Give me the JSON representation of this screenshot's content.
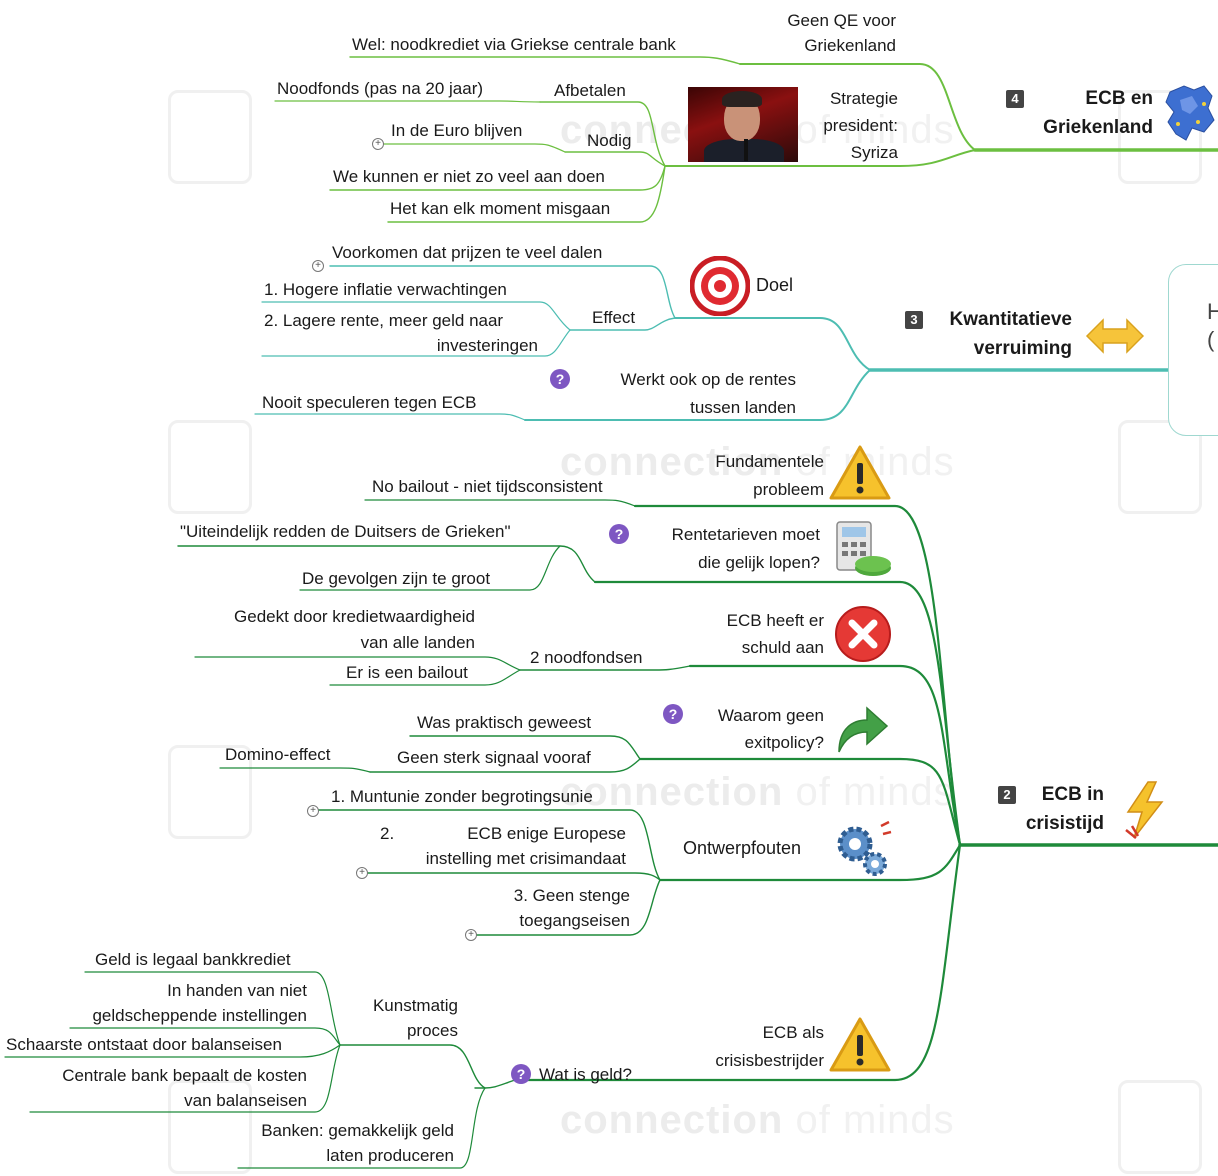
{
  "watermark": {
    "text_a": "connection",
    "text_b": "of minds"
  },
  "side_box": {
    "glyph_a": "H",
    "glyph_b": "("
  },
  "colors": {
    "branch_4": "#6cbf40",
    "branch_3": "#4dbdb2",
    "branch_2": "#1e8a3a"
  },
  "branch4": {
    "badge": "4",
    "title_l1": "ECB en",
    "title_l2": "Griekenland",
    "icon": "europe-map-icon",
    "geen_qe_l1": "Geen QE voor",
    "geen_qe_l2": "Griekenland",
    "noodkrediet": "Wel: noodkrediet via Griekse centrale bank",
    "strategie_l1": "Strategie",
    "strategie_l2": "president:",
    "strategie_l3": "Syriza",
    "photo": "tsipras-portrait",
    "afbetalen": "Afbetalen",
    "noodfonds": "Noodfonds (pas na 20 jaar)",
    "nodig": "Nodig",
    "euro_blijven": "In de Euro blijven",
    "niet_veel": "We kunnen er niet zo veel aan doen",
    "misgaan": "Het kan elk moment misgaan"
  },
  "branch3": {
    "badge": "3",
    "title_l1": "Kwantitatieve",
    "title_l2": "verruiming",
    "icon": "double-arrow-icon",
    "doel": "Doel",
    "doel_icon": "target-icon",
    "voorkomen": "Voorkomen dat prijzen te veel dalen",
    "effect": "Effect",
    "effect_1": "1. Hogere inflatie verwachtingen",
    "effect_2_l1": "2.  Lagere rente, meer geld naar",
    "effect_2_l2": "investeringen",
    "rentes_l1": "Werkt ook op de rentes",
    "rentes_l2": "tussen landen",
    "speculeren": "Nooit speculeren tegen ECB"
  },
  "branch2": {
    "badge": "2",
    "title_l1": "ECB in",
    "title_l2": "crisistijd",
    "icon": "lightning-icon",
    "fund_l1": "Fundamentele",
    "fund_l2": "probleem",
    "no_bailout": "No bailout - niet tijdsconsistent",
    "rente_l1": "Rentetarieven moet",
    "rente_l2": "die gelijk lopen?",
    "uiteindelijk": "\"Uiteindelijk redden de Duitsers de Grieken\"",
    "gevolgen": "De gevolgen zijn te groot",
    "schuld_l1": "ECB heeft er",
    "schuld_l2": "schuld aan",
    "noodfondsen": "2 noodfondsen",
    "gedekt_l1": "Gedekt door kredietwaardigheid",
    "gedekt_l2": "van alle landen",
    "bailout": "Er is een bailout",
    "exit_l1": "Waarom geen",
    "exit_l2": "exitpolicy?",
    "praktisch": "Was praktisch geweest",
    "signaal": "Geen sterk signaal vooraf",
    "domino": "Domino-effect",
    "ontwerp": "Ontwerpfouten",
    "ontwerp_1": "1. Muntunie zonder begrotingsunie",
    "ontwerp_2_num": "2.",
    "ontwerp_2_l1": "ECB enige Europese",
    "ontwerp_2_l2": "instelling met crisimandaat",
    "ontwerp_3_l1": "3.    Geen stenge",
    "ontwerp_3_l2": "toegangseisen",
    "bestrijder_l1": "ECB als",
    "bestrijder_l2": "crisisbestrijder",
    "geld": "Wat is geld?",
    "kunst_l1": "Kunstmatig",
    "kunst_l2": "proces",
    "legaal": "Geld is legaal bankkrediet",
    "handen_l1": "In handen van niet",
    "handen_l2": "geldscheppende instellingen",
    "schaarste": "Schaarste ontstaat door balanseisen",
    "kosten_l1": "Centrale bank bepaalt de kosten",
    "kosten_l2": "van balanseisen",
    "banken_l1": "Banken: gemakkelijk geld",
    "banken_l2": "laten produceren"
  }
}
